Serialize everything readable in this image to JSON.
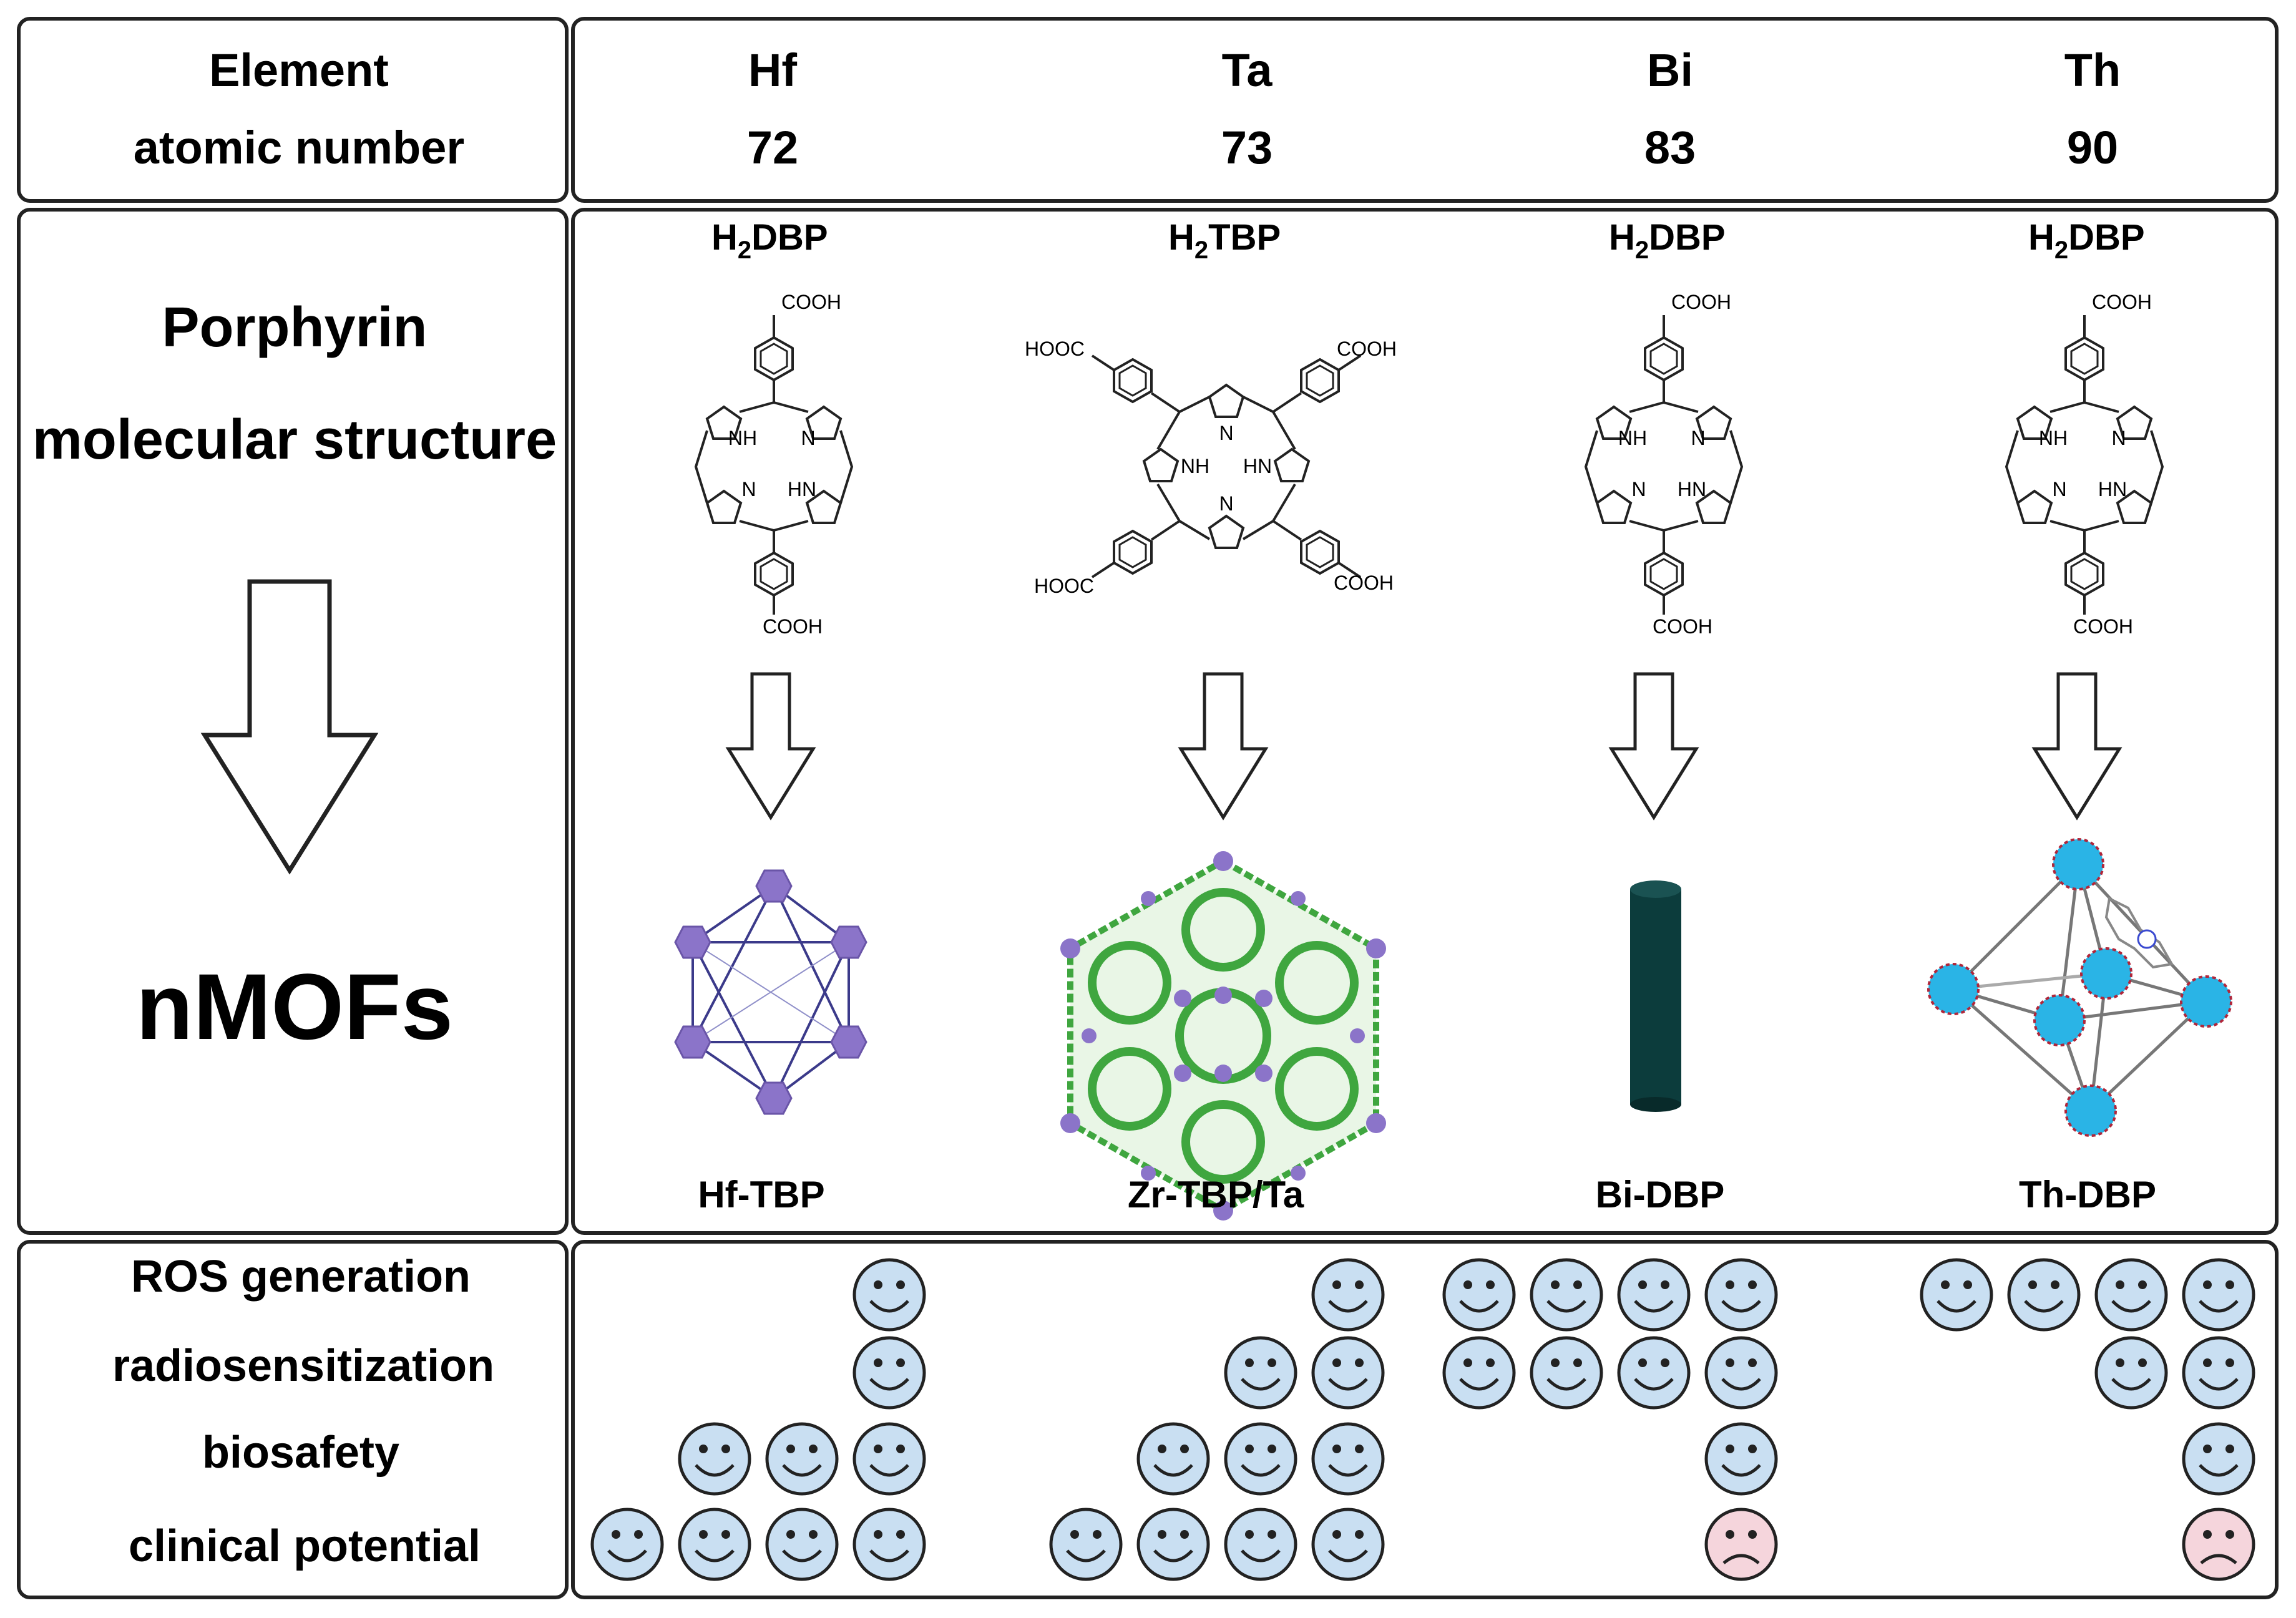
{
  "header": {
    "label_line1": "Element",
    "label_line2": "atomic number",
    "elements": [
      {
        "symbol": "Hf",
        "number": "72"
      },
      {
        "symbol": "Ta",
        "number": "73"
      },
      {
        "symbol": "Bi",
        "number": "83"
      },
      {
        "symbol": "Th",
        "number": "90"
      }
    ]
  },
  "left_panel": {
    "line1": "Porphyrin",
    "line2": "molecular structure",
    "result": "nMOFs"
  },
  "columns": [
    {
      "ligand_prefix": "H",
      "ligand_sub": "2",
      "ligand_suffix": "DBP",
      "cooh_top": "COOH",
      "cooh_bottom": "COOH",
      "nh": "NH",
      "n": "N",
      "hn": "HN",
      "mof_name": "Hf-TBP"
    },
    {
      "ligand_prefix": "H",
      "ligand_sub": "2",
      "ligand_suffix": "TBP",
      "hooc_tl": "HOOC",
      "cooh_tr": "COOH",
      "hooc_bl": "HOOC",
      "cooh_br": "COOH",
      "nh": "NH",
      "n": "N",
      "hn": "HN",
      "mof_name": "Zr-TBP/Ta"
    },
    {
      "ligand_prefix": "H",
      "ligand_sub": "2",
      "ligand_suffix": "DBP",
      "cooh_top": "COOH",
      "cooh_bottom": "COOH",
      "nh": "NH",
      "n": "N",
      "hn": "HN",
      "mof_name": "Bi-DBP"
    },
    {
      "ligand_prefix": "H",
      "ligand_sub": "2",
      "ligand_suffix": "DBP",
      "cooh_top": "COOH",
      "cooh_bottom": "COOH",
      "nh": "NH",
      "n": "N",
      "hn": "HN",
      "mof_name": "Th-DBP"
    }
  ],
  "properties": [
    "ROS generation",
    "radiosensitization",
    "biosafety",
    "clinical potential"
  ],
  "ratings": [
    [
      1,
      1,
      4,
      4
    ],
    [
      1,
      2,
      4,
      2
    ],
    [
      3,
      3,
      1,
      1
    ],
    [
      4,
      4,
      -1,
      -1
    ]
  ],
  "colors": {
    "happy_face": "#c9dff2",
    "sad_face": "#f5d5dc",
    "mof_purple": "#8b74c9",
    "mof_green": "#3fa63f",
    "rod": "#0c3c3c",
    "node_blue": "#2ab4e6"
  }
}
